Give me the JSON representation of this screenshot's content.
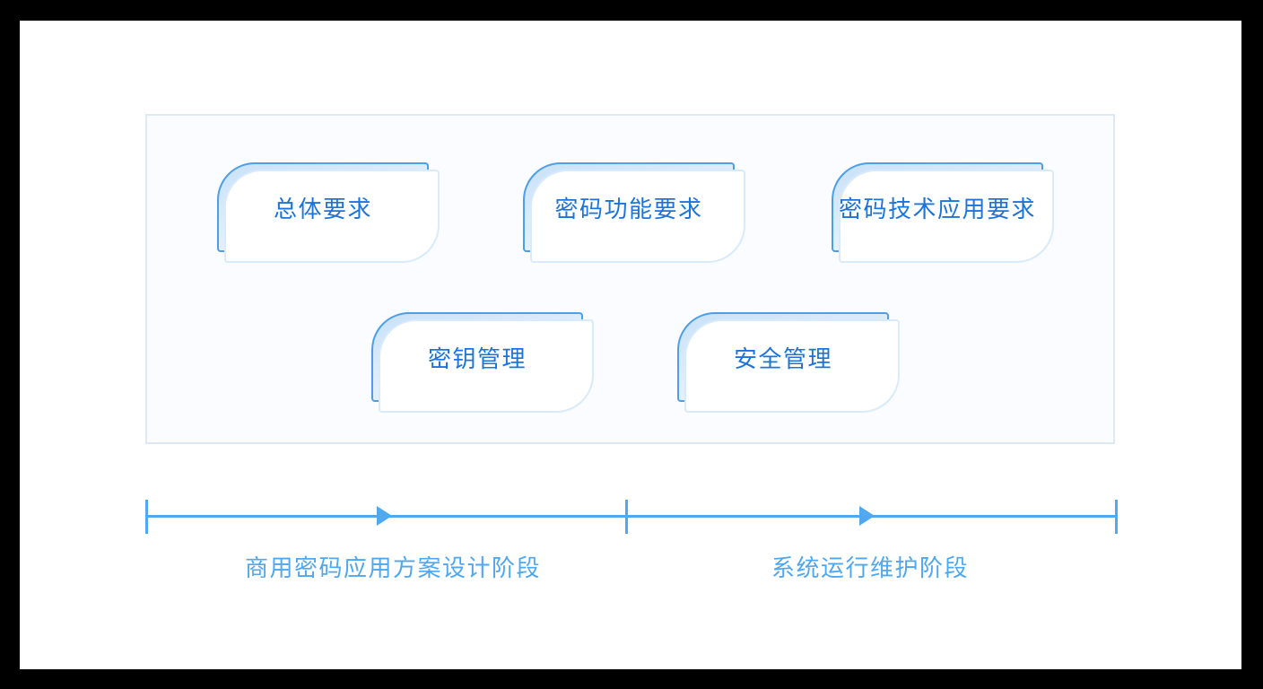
{
  "colors": {
    "frame": "#000000",
    "canvas_bg": "#ffffff",
    "panel_bg": "#fafcff",
    "panel_border": "#dfe9f4",
    "node_border": "#4c9fe8",
    "node_fill_top": "#c8e1f8",
    "node_fill_bottom": "#eef6fe",
    "node_echo_border": "#d8eafb",
    "node_text": "#1b74db",
    "timeline": "#4fa8f0",
    "timeline_label": "#4fa7ef"
  },
  "diagram": {
    "nodes": [
      {
        "label": "总体要求",
        "row": 1
      },
      {
        "label": "密码功能要求",
        "row": 1
      },
      {
        "label": "密码技术应用要求",
        "row": 1
      },
      {
        "label": "密钥管理",
        "row": 2
      },
      {
        "label": "安全管理",
        "row": 2
      }
    ]
  },
  "timeline": {
    "segments": [
      {
        "label": "商用密码应用方案设计阶段"
      },
      {
        "label": "系统运行维护阶段"
      }
    ]
  }
}
